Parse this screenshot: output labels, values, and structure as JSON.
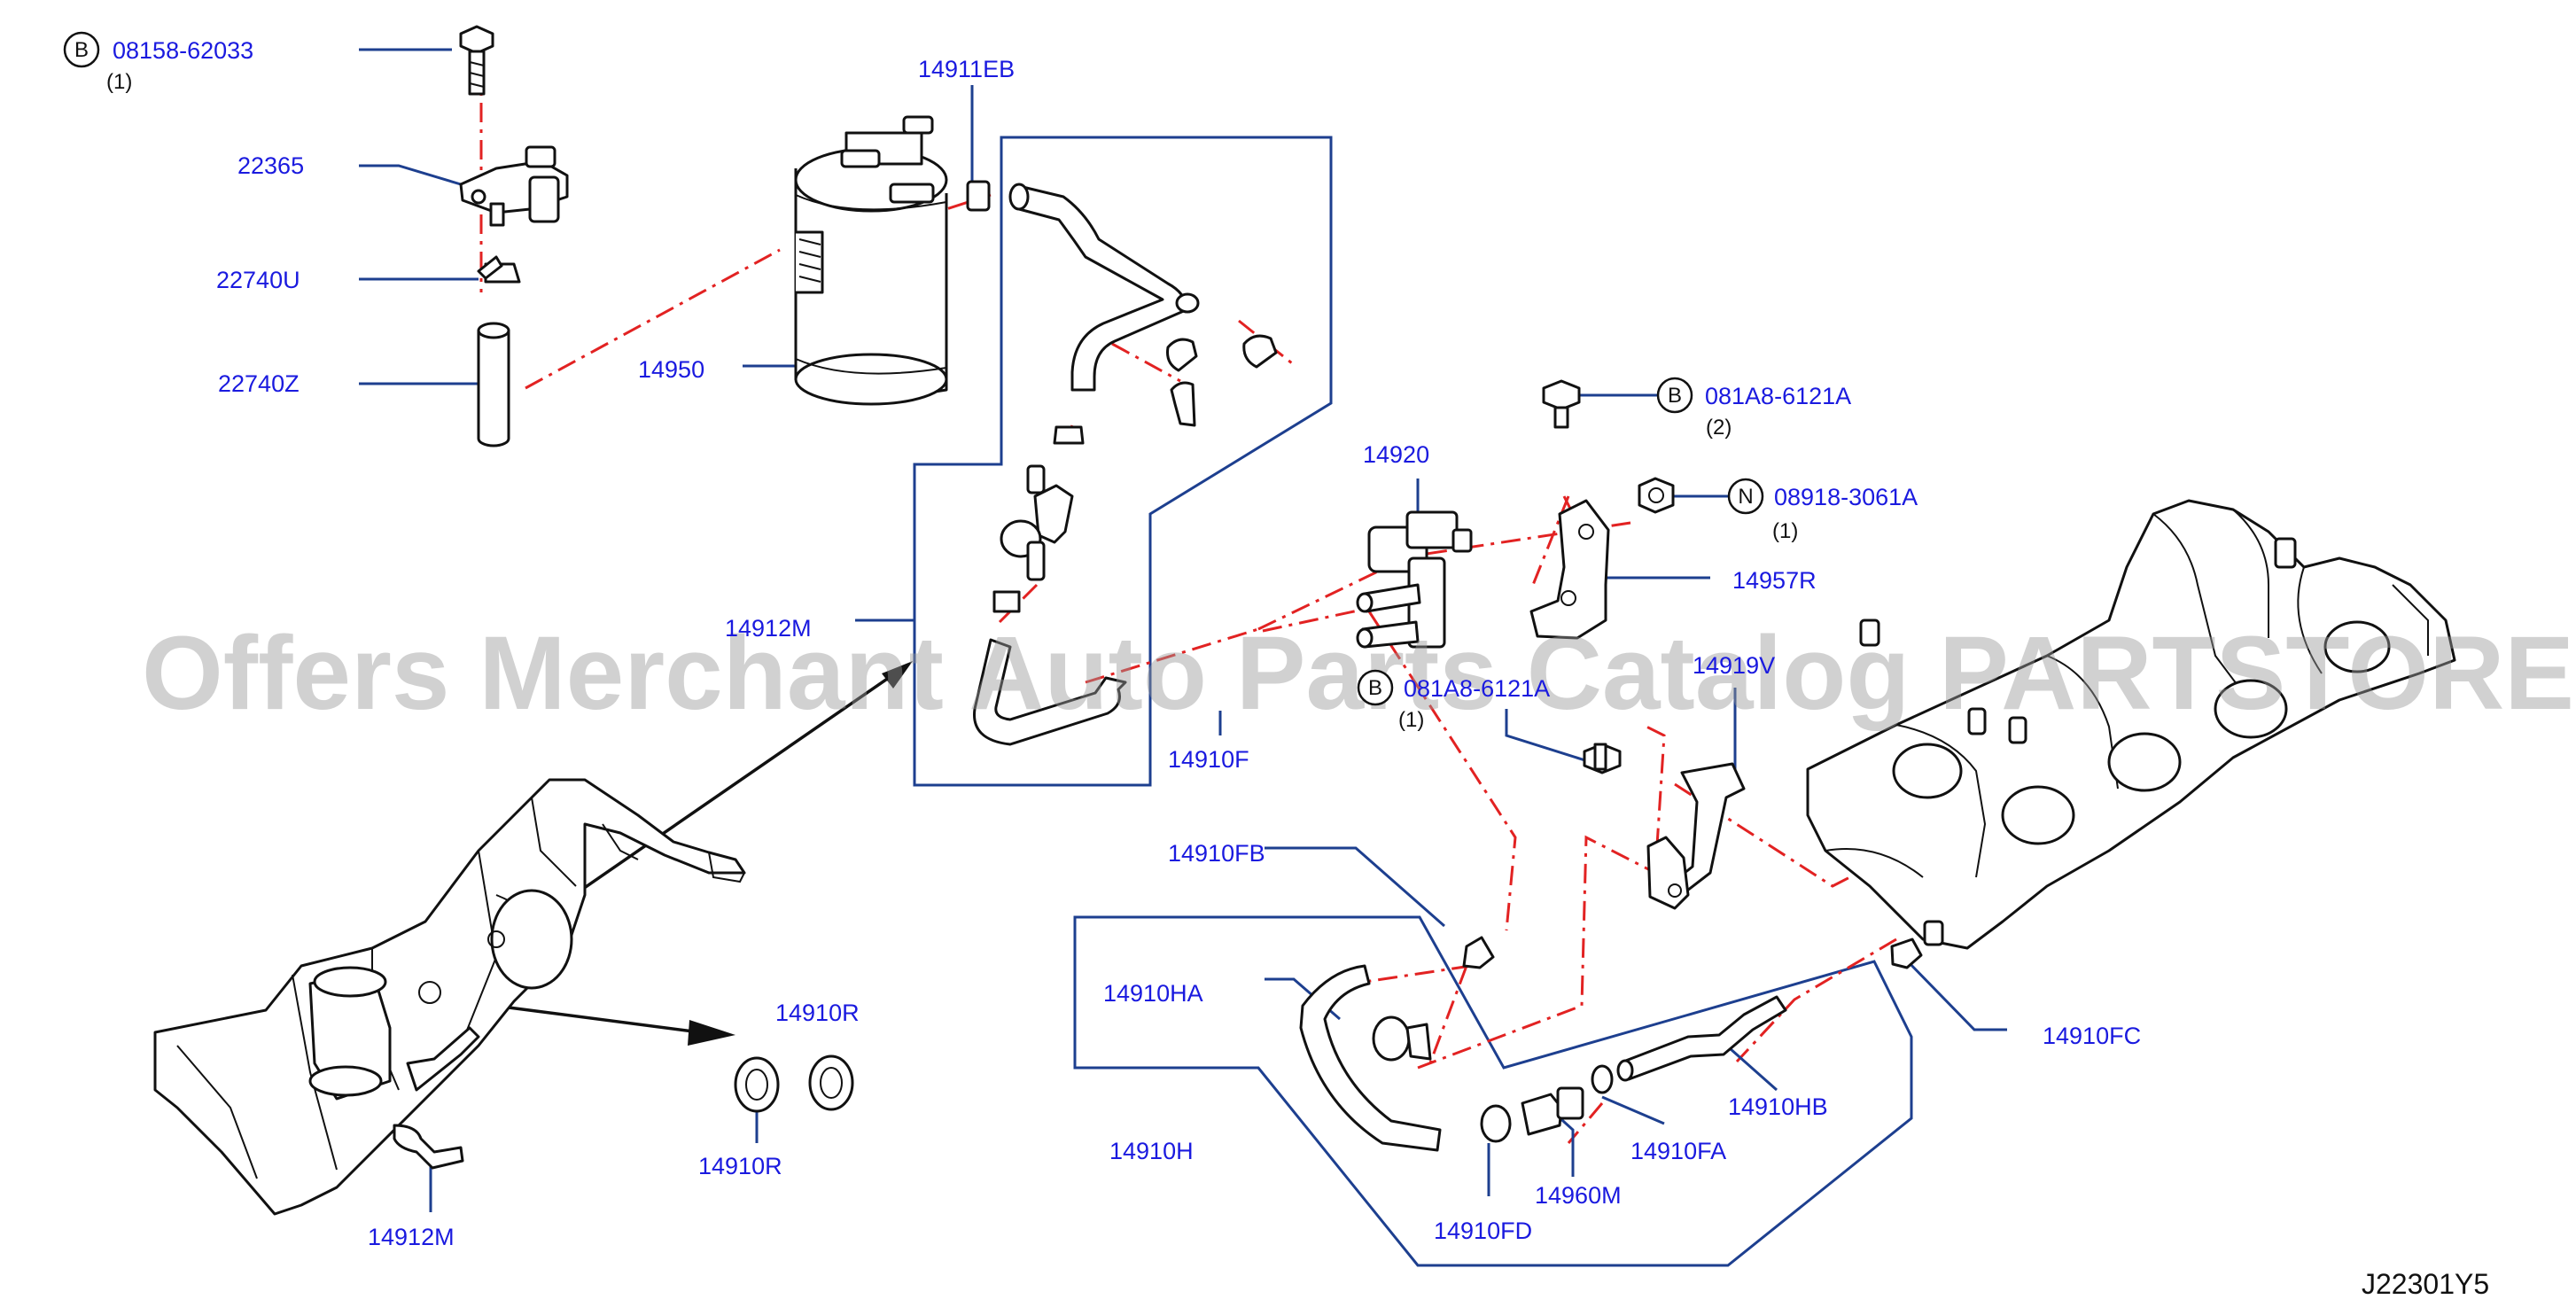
{
  "labels": {
    "bolt_a": "08158-62033",
    "bolt_a_prefix": "B",
    "bolt_a_qty": "(1)",
    "sensor": "22365",
    "clip_u": "22740U",
    "tube_z": "22740Z",
    "canister": "14950",
    "connector_eb": "14911EB",
    "hose_m_top": "14912M",
    "hose_f": "14910F",
    "valve": "14920",
    "bolt_b": "081A8-6121A",
    "bolt_b_prefix": "B",
    "bolt_b_qty": "(2)",
    "nut": "08918-3061A",
    "nut_prefix": "N",
    "nut_qty": "(1)",
    "bracket_r": "14957R",
    "bolt_c": "081A8-6121A",
    "bolt_c_prefix": "B",
    "bolt_c_qty": "(1)",
    "bracket_v": "14919V",
    "hose_fb": "14910FB",
    "hose_ha": "14910HA",
    "hose_h": "14910H",
    "hose_hb": "14910HB",
    "hose_fa": "14910FA",
    "valve_m": "14960M",
    "hose_fd": "14910FD",
    "hose_fc": "14910FC",
    "seal_r_top": "14910R",
    "seal_r_bottom": "14910R",
    "hose_m_bottom": "14912M"
  },
  "watermark": "Offers Merchant Auto Parts Catalog PARTSTORE.SA",
  "diagram_code": "J22301Y5",
  "colors": {
    "label": "#1a1adf",
    "leader": "#1d3f8f",
    "dash": "#e22222",
    "ink": "#111111"
  }
}
